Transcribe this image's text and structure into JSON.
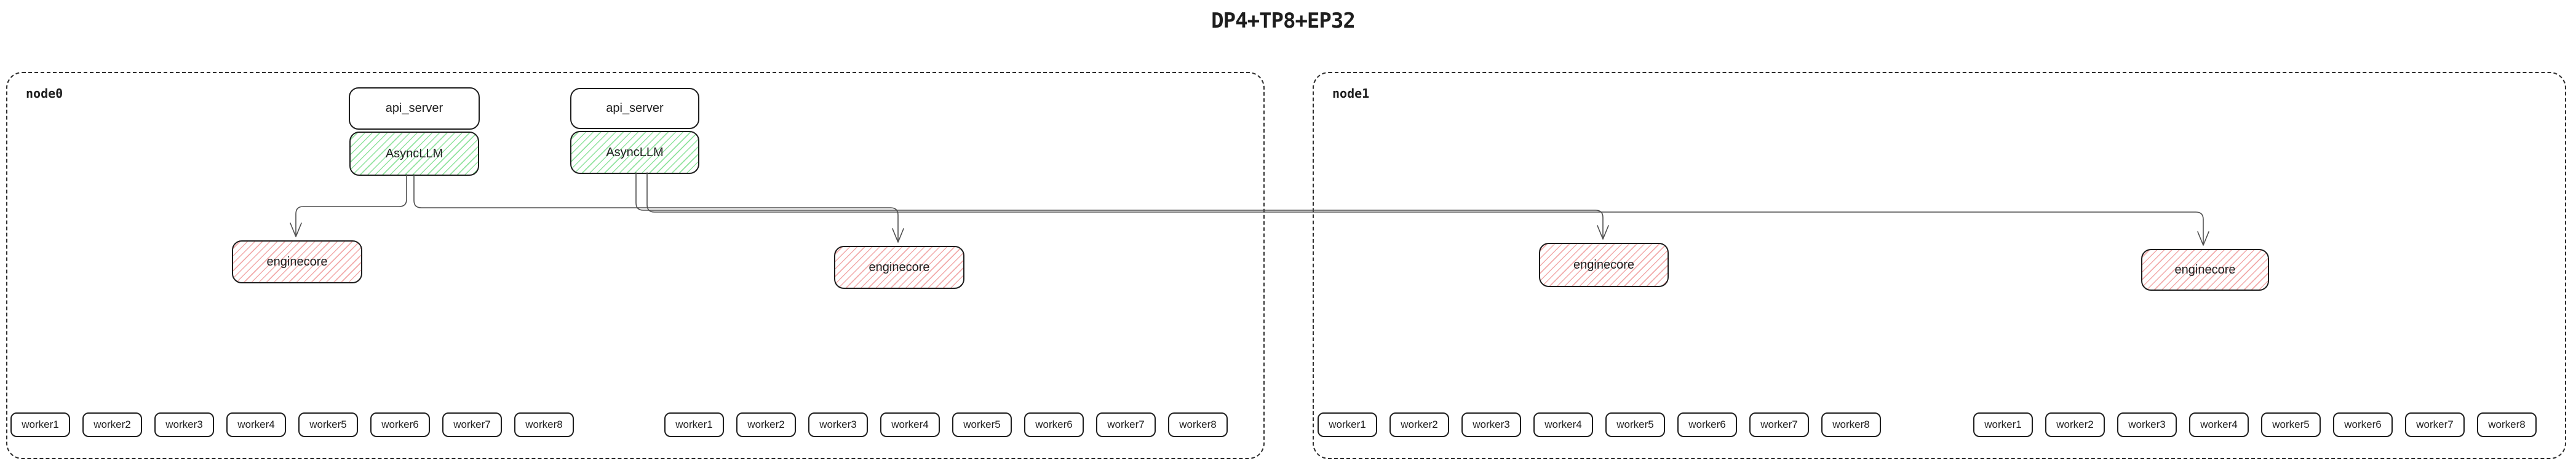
{
  "title": "DP4+TP8+EP32",
  "colors": {
    "accent_green": "#90e39e",
    "accent_red": "#f2aaaa",
    "border": "#1e1e1e",
    "connector": "#4f4f4f"
  },
  "nodes": [
    {
      "label": "node0",
      "pairs": [
        {
          "api_server": "api_server",
          "async_llm": "AsyncLLM"
        },
        {
          "api_server": "api_server",
          "async_llm": "AsyncLLM"
        }
      ],
      "enginecores": [
        "enginecore",
        "enginecore"
      ],
      "worker_groups": [
        [
          "worker1",
          "worker2",
          "worker3",
          "worker4",
          "worker5",
          "worker6",
          "worker7",
          "worker8"
        ],
        [
          "worker1",
          "worker2",
          "worker3",
          "worker4",
          "worker5",
          "worker6",
          "worker7",
          "worker8"
        ]
      ]
    },
    {
      "label": "node1",
      "pairs": [],
      "enginecores": [
        "enginecore",
        "enginecore"
      ],
      "worker_groups": [
        [
          "worker1",
          "worker2",
          "worker3",
          "worker4",
          "worker5",
          "worker6",
          "worker7",
          "worker8"
        ],
        [
          "worker1",
          "worker2",
          "worker3",
          "worker4",
          "worker5",
          "worker6",
          "worker7",
          "worker8"
        ]
      ]
    }
  ]
}
